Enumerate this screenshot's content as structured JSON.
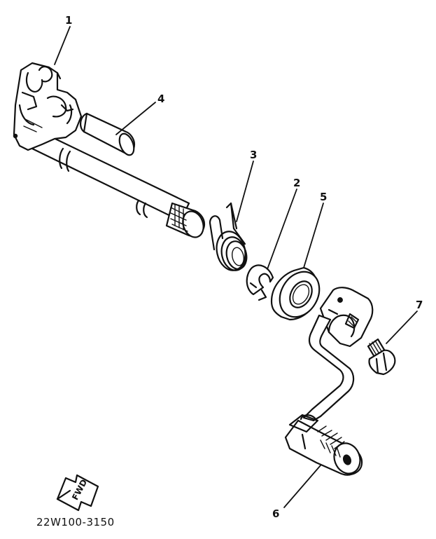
{
  "callouts": {
    "c1": "1",
    "c2": "2",
    "c3": "3",
    "c4": "4",
    "c5": "5",
    "c6": "6",
    "c7": "7"
  },
  "fwd_label": "FWD",
  "diagram_code": "22W100-3150"
}
